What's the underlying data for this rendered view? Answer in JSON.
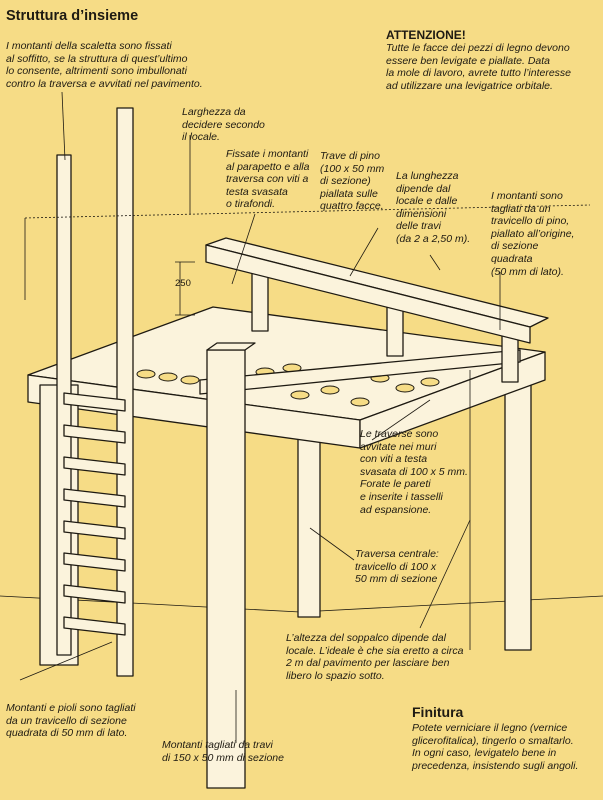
{
  "title": "Struttura d’insieme",
  "attention": {
    "heading": "ATTENZIONE!",
    "text": "Tutte le facce dei pezzi di legno devono\nessere ben levigate e piallate. Data\nla mole di lavoro, avrete tutto l’interesse\nad utilizzare una levigatrice orbitale."
  },
  "annotations": {
    "ladder_top": "I montanti della scaletta sono fissati\nal soffitto, se la struttura di quest’ultimo\nlo consente, altrimenti sono imbullonati\ncontro la traversa e avvitati nel pavimento.",
    "width": "Larghezza da\ndecidere secondo\nil locale.",
    "parapet": "Fissate i montanti\nal parapetto e alla\ntraversa con viti a\ntesta svasata\no tirafondi.",
    "pine_beam": "Trave di pino\n(100 x 50 mm\ndi sezione)\npiallata sulle\nquattro facce.",
    "length": "La lunghezza\ndipende dal\nlocale e dalle\ndimensioni\ndelle travi\n(da 2 a 2,50 m).",
    "uprights": "I montanti sono\ntagliati da un\ntravicello di pino,\npiallato all’origine,\ndi sezione\nquadrata\n(50 mm di lato).",
    "dimension": "250",
    "crossbars": "Le traverse sono\navvitate nei muri\ncon viti a testa\nsvasata di 100 x 5 mm.\nForate le pareti\ne inserite i tasselli\nad espansione.",
    "central": "Traversa centrale:\ntravicello di 100 x\n50 mm di sezione",
    "height": "L’altezza del soppalco dipende dal\nlocale. L’ideale è che sia eretto a circa\n2 m dal pavimento per lasciare ben\nlibero lo spazio sotto.",
    "rungs": "Montanti e pioli sono tagliati\nda un travicello di sezione\nquadrata di 50 mm di lato.",
    "posts": "Montanti tagliati da travi\ndi 150 x 50 mm di sezione"
  },
  "finish": {
    "heading": "Finitura",
    "text": "Potete verniciare il legno (vernice\nglicerofitalica), tingerlo o smaltarlo.\nIn ogni caso, levigatelo bene in\nprecedenza, insistendo sugli angoli."
  },
  "colors": {
    "background": "#f6dc86",
    "ink": "#1e1a12",
    "wood": "#fbf3dc"
  }
}
